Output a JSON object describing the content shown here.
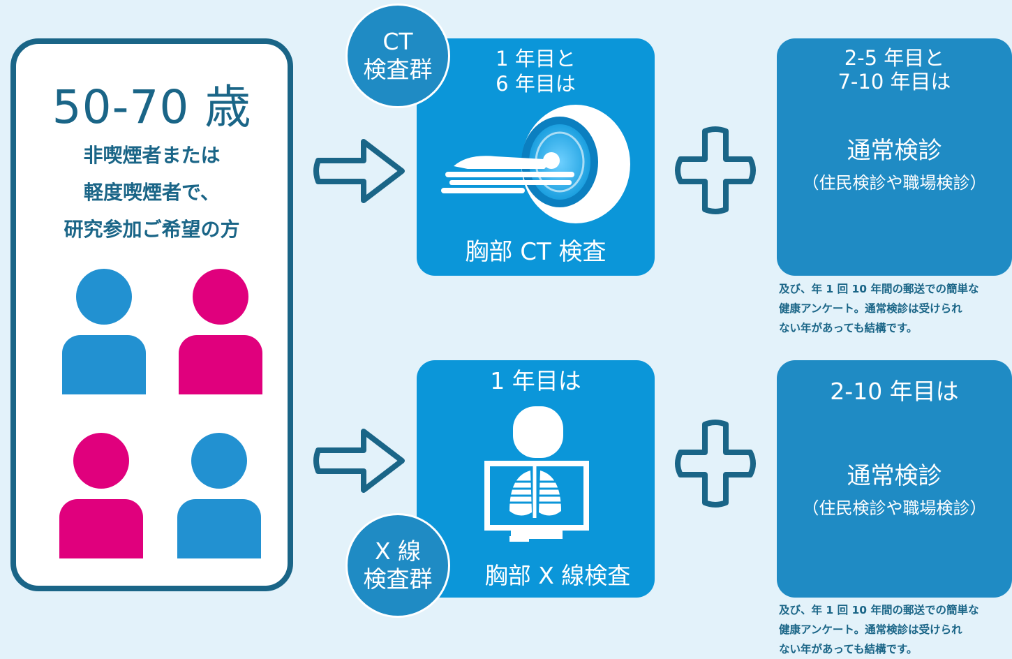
{
  "participants": {
    "age_range": "50-70 歳",
    "eligibility_lines": [
      "非喫煙者または",
      "軽度喫煙者で、",
      "研究参加ご希望の方"
    ],
    "people_colors": {
      "blue": "#2291d1",
      "pink": "#e0007d"
    }
  },
  "ct_group": {
    "group_label_line1": "CT",
    "group_label_line2": "検査群",
    "years_line1": "1 年目と",
    "years_line2": "6 年目は",
    "exam_name": "胸部 CT 検査"
  },
  "xray_group": {
    "group_label_line1": "X 線",
    "group_label_line2": "検査群",
    "years_line1": "1 年目は",
    "exam_name": "胸部 X 線検査"
  },
  "ct_followup": {
    "years_line1": "2-5 年目と",
    "years_line2": "7-10 年目は",
    "checkup": "通常検診",
    "checkup_detail": "（住民検診や職場検診）",
    "note_lines": [
      "及び、年 1 回 10 年間の郵送での簡単な",
      "健康アンケート。通常検診は受けられ",
      "ない年があっても結構です。"
    ]
  },
  "xray_followup": {
    "years_line1": "2-10 年目は",
    "checkup": "通常検診",
    "checkup_detail": "（住民検診や職場検診）",
    "note_lines": [
      "及び、年 1 回 10 年間の郵送での簡単な",
      "健康アンケート。通常検診は受けられ",
      "ない年があっても結構です。"
    ]
  },
  "colors": {
    "background": "#e3f2fa",
    "dark_teal": "#1a6587",
    "exam_card": "#0b96d9",
    "group_circle": "#1f8bc4"
  }
}
